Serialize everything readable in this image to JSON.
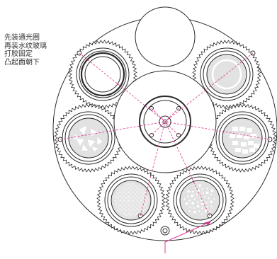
{
  "annotation": {
    "lines": [
      "先装通光圈",
      "再装水纹玻璃",
      "打胶固定",
      "凸起面朝下"
    ]
  },
  "colors": {
    "outline": "#2a2a2a",
    "guide": "#e0338f",
    "background": "#ffffff",
    "glass_fill": "#e2e2e2",
    "pattern_fill": "#ffffff"
  },
  "gobo_slots": [
    {
      "content": "open-aperture"
    },
    {
      "content": "empty-ring"
    },
    {
      "content": "triangle-shards"
    },
    {
      "content": "square-grid"
    },
    {
      "content": "speckle-dense"
    },
    {
      "content": "dot-cluster"
    },
    {
      "content": "blank-opening"
    }
  ],
  "icons": [
    "wheel-plate",
    "gear-ring",
    "hub-plate",
    "mount-screw",
    "mount-hole",
    "pointer-arrow"
  ]
}
